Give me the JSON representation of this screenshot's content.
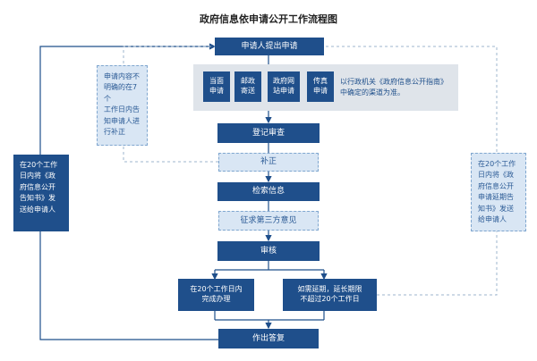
{
  "title": "政府信息依申请公开工作流程图",
  "colors": {
    "dark": "#1f4f8b",
    "light": "#d9e6f4",
    "line": "#1f4f8b",
    "dash": "#9eb4cc"
  },
  "steps": {
    "submit": "申请人提出申请",
    "register": "登记审查",
    "correction": "补正",
    "search": "检索信息",
    "third_party": "征求第三方意见",
    "review": "审核",
    "within_20": "在20个工作日内\n完成办理",
    "extension": "如需延期，延长期限\n不超过20个工作日",
    "reply": "作出答复"
  },
  "channels": [
    "当面\n申请",
    "邮政\n寄送",
    "政府网\n站申请",
    "传真\n申请"
  ],
  "channel_note": "以行政机关《政府信息公开指南》\n中确定的渠道为准。",
  "left_note": "申请内容不\n明确的在7个\n工作日内告\n知申请人进\n行补正",
  "far_left_note": "在20个工作\n日内将《政\n府信息公开\n告知书》发\n送给申请人",
  "right_note": "在20个工作\n日内将《政\n府信息公开\n申请延期告\n知书》发送\n给申请人"
}
